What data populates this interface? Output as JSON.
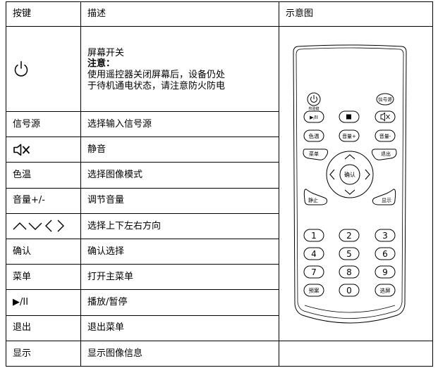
{
  "headers": {
    "key": "按键",
    "desc": "描述",
    "diagram": "示意图"
  },
  "rows": [
    {
      "key_icon": "power-icon",
      "desc_lines": [
        "屏幕开关"
      ],
      "note_label": "注意：",
      "note_lines": [
        "使用遥控器关闭屏幕后，设备仍处",
        "于待机通电状态，请注意防火防电"
      ]
    },
    {
      "key": "信号源",
      "desc": "选择输入信号源"
    },
    {
      "key_icon": "mute-icon",
      "desc": "静音"
    },
    {
      "key": "色温",
      "desc": "选择图像模式"
    },
    {
      "key": "音量+/-",
      "desc": "调节音量"
    },
    {
      "key_icon": "direction-arrows-icon",
      "desc": "选择上下左右方向"
    },
    {
      "key": "确认",
      "desc": "确认选择"
    },
    {
      "key": "菜单",
      "desc": "打开主菜单"
    },
    {
      "key": "▶/II",
      "desc": "播放/暂停"
    },
    {
      "key": "退出",
      "desc": "退出菜单"
    },
    {
      "key": "显示",
      "desc": "显示图像信息"
    }
  ],
  "remote": {
    "source_label": "信号源",
    "play_caption": "校验键",
    "play_symbol": "▶/II",
    "color_temp_label": "色温",
    "vol_up_label": "音量+",
    "vol_down_label": "音量-",
    "menu_label": "菜单",
    "exit_label": "退出",
    "ok_label": "确认",
    "still_label": "静止",
    "display_label": "显示",
    "digits": [
      "1",
      "2",
      "3",
      "4",
      "5",
      "6",
      "7",
      "8",
      "9",
      "0"
    ],
    "preset_label": "预案",
    "select_screen_label": "选屏"
  }
}
